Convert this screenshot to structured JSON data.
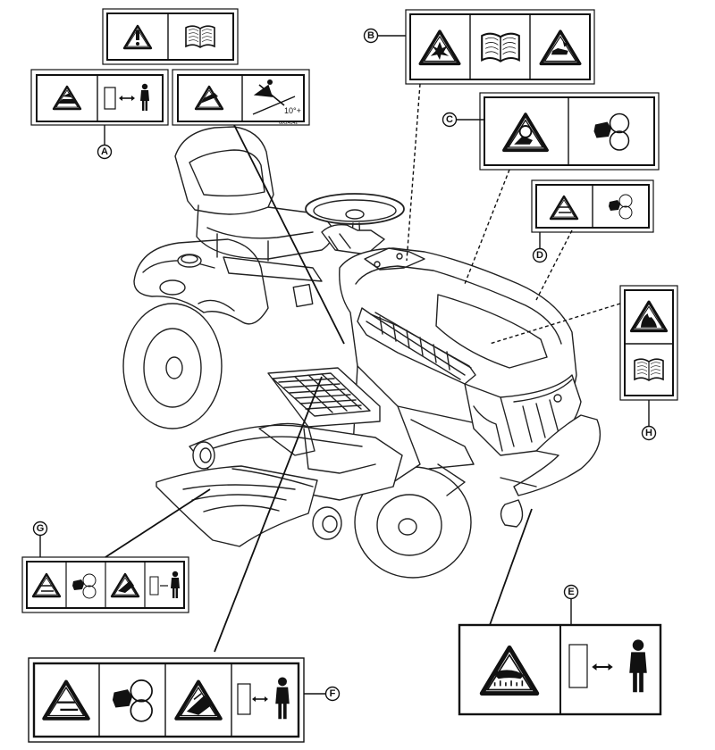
{
  "callouts": {
    "A": "A",
    "B": "B",
    "C": "C",
    "D": "D",
    "E": "E",
    "F": "F",
    "G": "G",
    "H": "H"
  },
  "decal_texts": {
    "slope_angle": "10°+",
    "part_number": "GX24542"
  }
}
